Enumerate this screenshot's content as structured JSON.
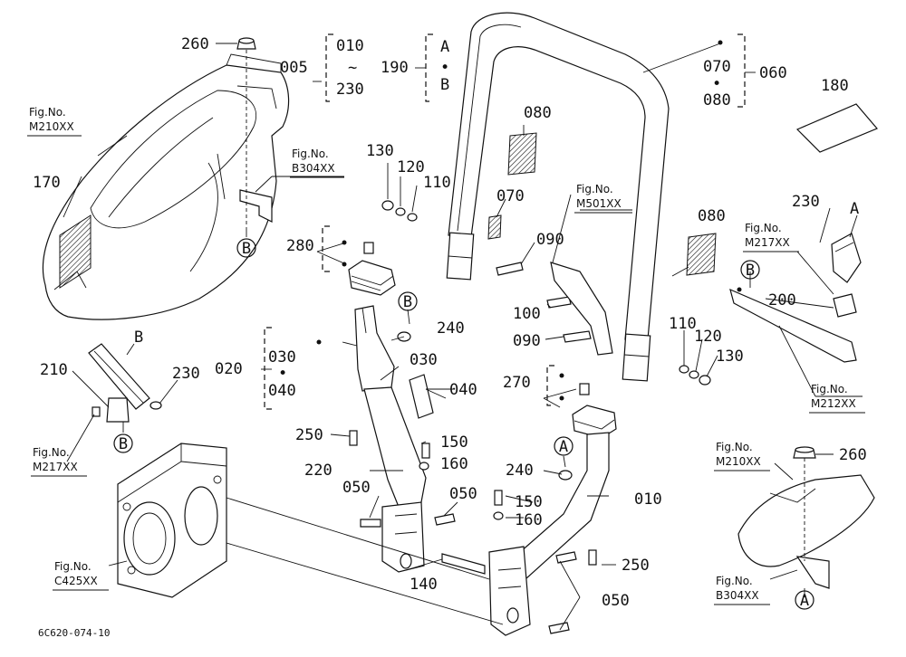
{
  "diagram_code": "6C620-074-10",
  "callouts": {
    "c260a": "260",
    "c005": "005",
    "c010r": "010",
    "c230r": "230",
    "c190": "190",
    "cA1": "A",
    "cB1": "B",
    "c070r": "070",
    "c080r": "080",
    "c060": "060",
    "c180": "180",
    "c170": "170",
    "c130a": "130",
    "c120a": "120",
    "c110a": "110",
    "c080a": "080",
    "c070a": "070",
    "c090a": "090",
    "c080b": "080",
    "c230a": "230",
    "cA2": "A",
    "c280": "280",
    "c240a": "240",
    "c100": "100",
    "c090b": "090",
    "c110b": "110",
    "c120b": "120",
    "c130b": "130",
    "c200": "200",
    "c020": "020",
    "c030r": "030",
    "c040r": "040",
    "c030a": "030",
    "c040a": "040",
    "c270": "270",
    "c210": "210",
    "c230b": "230",
    "cB2": "B",
    "c250a": "250",
    "c150a": "150",
    "c160a": "160",
    "c220": "220",
    "c240b": "240",
    "c010a": "010",
    "c050a": "050",
    "c050b": "050",
    "c150b": "150",
    "c160b": "160",
    "c250b": "250",
    "c140": "140",
    "c050c": "050",
    "c260b": "260"
  },
  "circled": {
    "b1": "B",
    "b2": "B",
    "b3": "B",
    "b4": "B",
    "a1": "A",
    "a2": "A"
  },
  "range_sep": "~",
  "dot_sep": "•",
  "figrefs": {
    "f1": {
      "line1": "Fig.No.",
      "line2": "M210XX"
    },
    "f2": {
      "line1": "Fig.No.",
      "line2": "B304XX"
    },
    "f3": {
      "line1": "Fig.No.",
      "line2": "M501XX"
    },
    "f4": {
      "line1": "Fig.No.",
      "line2": "M217XX"
    },
    "f5": {
      "line1": "Fig.No.",
      "line2": "M212XX"
    },
    "f6": {
      "line1": "Fig.No.",
      "line2": "M217XX"
    },
    "f7": {
      "line1": "Fig.No.",
      "line2": "C425XX"
    },
    "f8": {
      "line1": "Fig.No.",
      "line2": "M210XX"
    },
    "f9": {
      "line1": "Fig.No.",
      "line2": "B304XX"
    }
  }
}
